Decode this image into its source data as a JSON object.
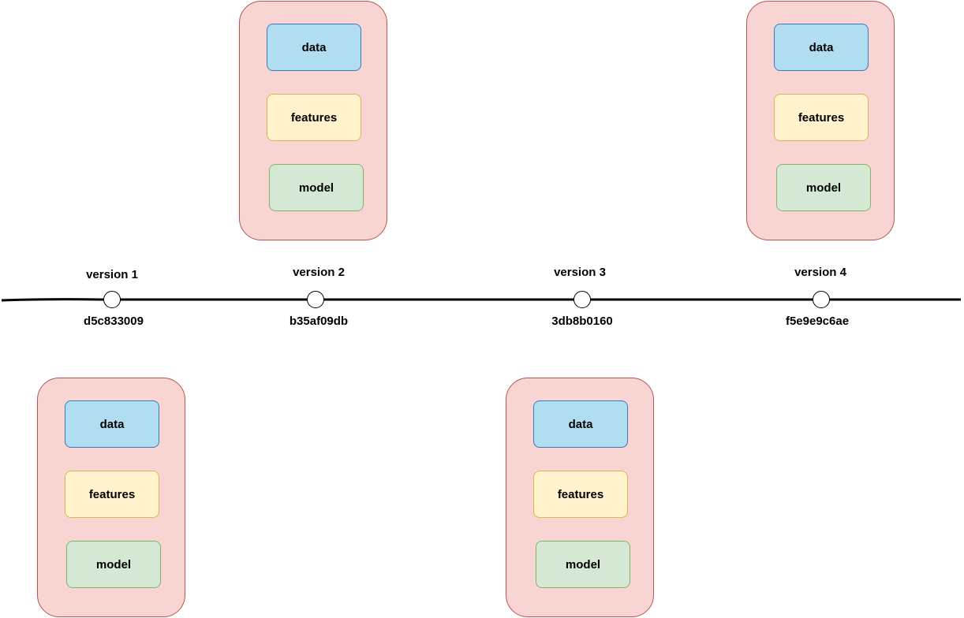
{
  "colors": {
    "container_fill": "#f8d5d3",
    "container_border": "#b85450",
    "data_fill": "#b1ddf0",
    "features_fill": "#fff2cc",
    "model_fill": "#d5e8d4",
    "timeline": "#000000"
  },
  "versions": [
    {
      "label": "version 1",
      "hash": "d5c833009",
      "components": [
        "data",
        "features",
        "model"
      ]
    },
    {
      "label": "version 2",
      "hash": "b35af09db",
      "components": [
        "data",
        "features",
        "model"
      ]
    },
    {
      "label": "version 3",
      "hash": "3db8b0160",
      "components": [
        "data",
        "features",
        "model"
      ]
    },
    {
      "label": "version 4",
      "hash": "f5e9e9c6ae",
      "components": [
        "data",
        "features",
        "model"
      ]
    }
  ]
}
